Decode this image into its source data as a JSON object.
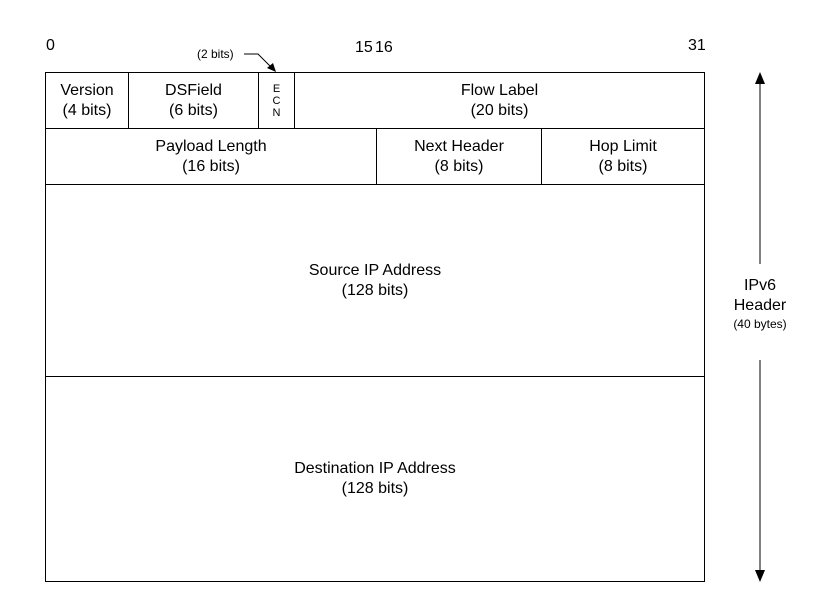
{
  "bit_labels": {
    "b0": "0",
    "b15": "15",
    "b16": "16",
    "b31": "31"
  },
  "callout": "(2 bits)",
  "fields": {
    "version": {
      "name": "Version",
      "size": "(4 bits)"
    },
    "dsfield": {
      "name": "DSField",
      "size": "(6 bits)"
    },
    "ecn": {
      "l1": "E",
      "l2": "C",
      "l3": "N"
    },
    "flow_label": {
      "name": "Flow Label",
      "size": "(20 bits)"
    },
    "payload_length": {
      "name": "Payload Length",
      "size": "(16 bits)"
    },
    "next_header": {
      "name": "Next Header",
      "size": "(8 bits)"
    },
    "hop_limit": {
      "name": "Hop Limit",
      "size": "(8 bits)"
    },
    "source_ip": {
      "name": "Source IP Address",
      "size": "(128  bits)"
    },
    "destination_ip": {
      "name": "Destination IP Address",
      "size": "(128  bits)"
    }
  },
  "side_label": {
    "line1": "IPv6",
    "line2": "Header",
    "line3": "(40 bytes)"
  }
}
